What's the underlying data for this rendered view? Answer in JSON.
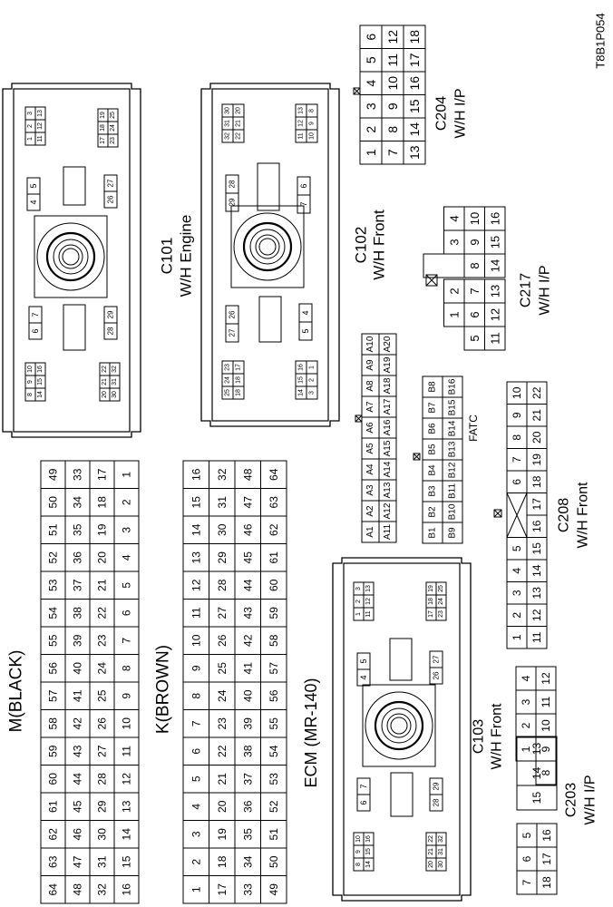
{
  "doc_id": "T8B1P054",
  "labels": {
    "m_black": "M(BLACK)",
    "k_brown": "K(BROWN)",
    "ecm": "ECM (MR-140)",
    "c101": [
      "C101",
      "W/H Engine"
    ],
    "c102": [
      "C102",
      "W/H Front"
    ],
    "c103": [
      "C103",
      "W/H Front"
    ],
    "c203": [
      "C203",
      "W/H I/P"
    ],
    "c204": [
      "C204",
      "W/H I/P"
    ],
    "c208": [
      "C208",
      "W/H Front"
    ],
    "c217": [
      "C217",
      "W/H I/P"
    ],
    "fatc": "FATC"
  },
  "c204_rows": [
    [
      "1",
      "2",
      "3",
      "4",
      "5",
      "6"
    ],
    [
      "7",
      "8",
      "9",
      "10",
      "11",
      "12"
    ],
    [
      "13",
      "14",
      "15",
      "16",
      "17",
      "18"
    ]
  ],
  "c217_rows": [
    [
      "1",
      "2",
      "",
      "3",
      "4"
    ],
    [
      "5",
      "6",
      "7",
      "8",
      "9",
      "10"
    ],
    [
      "11",
      "12",
      "13",
      "14",
      "15",
      "16"
    ]
  ],
  "fatc": {
    "a_rows": [
      [
        "A1",
        "A2",
        "A3",
        "A4",
        "A5",
        "A6",
        "A7",
        "A8",
        "A9",
        "A10"
      ],
      [
        "A11",
        "A12",
        "A13",
        "A14",
        "A15",
        "A16",
        "A17",
        "A18",
        "A19",
        "A20"
      ]
    ],
    "b_rows": [
      [
        "B1",
        "B2",
        "B3",
        "B4",
        "B5",
        "B6",
        "B7",
        "B8"
      ],
      [
        "B9",
        "B10",
        "B11",
        "B12",
        "B13",
        "B14",
        "B15",
        "B16"
      ]
    ]
  },
  "c208_rows": [
    [
      "1",
      "2",
      "3",
      "4",
      "5",
      "",
      "6",
      "7",
      "8",
      "9",
      "10"
    ],
    [
      "11",
      "12",
      "13",
      "14",
      "15",
      "16",
      "17",
      "18",
      "19",
      "20",
      "21",
      "22"
    ]
  ],
  "c103_rows": [
    [
      "4",
      "3",
      "2",
      "1"
    ],
    [
      "12",
      "11",
      "10",
      "9",
      "8"
    ]
  ],
  "c203_rows": [
    [
      "7",
      "6",
      "5",
      "15",
      "14",
      "13"
    ],
    [
      "18",
      "17",
      "16"
    ]
  ],
  "m_columns": [
    [
      "64",
      "48",
      "32",
      "16"
    ],
    [
      "63",
      "47",
      "31",
      "15"
    ],
    [
      "62",
      "46",
      "30",
      "14"
    ],
    [
      "61",
      "45",
      "29",
      "13"
    ],
    [
      "60",
      "44",
      "28",
      "12"
    ],
    [
      "59",
      "43",
      "27",
      "11"
    ],
    [
      "58",
      "42",
      "26",
      "10"
    ],
    [
      "57",
      "41",
      "25",
      "9"
    ],
    [
      "56",
      "40",
      "24",
      "8"
    ],
    [
      "55",
      "39",
      "23",
      "7"
    ],
    [
      "54",
      "38",
      "22",
      "6"
    ],
    [
      "53",
      "37",
      "21",
      "5"
    ],
    [
      "52",
      "36",
      "20",
      "4"
    ],
    [
      "51",
      "35",
      "19",
      "3"
    ],
    [
      "50",
      "34",
      "18",
      "2"
    ],
    [
      "49",
      "33",
      "17",
      "1"
    ]
  ],
  "k_columns": [
    [
      "1",
      "17",
      "33",
      "49"
    ],
    [
      "2",
      "18",
      "34",
      "50"
    ],
    [
      "3",
      "19",
      "35",
      "51"
    ],
    [
      "4",
      "20",
      "36",
      "52"
    ],
    [
      "5",
      "21",
      "37",
      "53"
    ],
    [
      "6",
      "22",
      "38",
      "54"
    ],
    [
      "7",
      "23",
      "39",
      "55"
    ],
    [
      "8",
      "24",
      "40",
      "56"
    ],
    [
      "9",
      "25",
      "41",
      "57"
    ],
    [
      "10",
      "26",
      "42",
      "58"
    ],
    [
      "11",
      "27",
      "43",
      "59"
    ],
    [
      "12",
      "28",
      "44",
      "60"
    ],
    [
      "13",
      "29",
      "45",
      "61"
    ],
    [
      "14",
      "30",
      "46",
      "62"
    ],
    [
      "15",
      "31",
      "47",
      "63"
    ],
    [
      "16",
      "32",
      "48",
      "64"
    ]
  ],
  "ecu_blocks": {
    "tl": [
      [
        "3",
        "2",
        "1"
      ],
      [
        "13",
        "12",
        "11"
      ]
    ],
    "tr": [
      [
        "19",
        "18",
        "17"
      ],
      [
        "25",
        "24",
        "23"
      ]
    ],
    "b54": [
      "5",
      "4"
    ],
    "b2726": [
      "27",
      "26"
    ],
    "b76": [
      "7",
      "6"
    ],
    "b2928": [
      "29",
      "28"
    ],
    "bl": [
      [
        "10",
        "9",
        "8"
      ],
      [
        "16",
        "15",
        "14"
      ]
    ],
    "br": [
      [
        "22",
        "21",
        "20"
      ],
      [
        "32",
        "31",
        "30"
      ]
    ]
  },
  "c102_blocks": {
    "t1": [
      [
        "30",
        "31",
        "32"
      ],
      [
        "20",
        "21",
        "22"
      ]
    ],
    "t2": [
      [
        "13",
        "12",
        "11"
      ],
      [
        "8",
        "9",
        "10"
      ]
    ],
    "b2829": [
      "28",
      "29"
    ],
    "b67": [
      "6",
      "7"
    ],
    "b2627": [
      "26",
      "27"
    ],
    "b45": [
      "4",
      "5"
    ],
    "bl": [
      [
        "23",
        "24",
        "25"
      ],
      [
        "17",
        "18",
        "18"
      ]
    ],
    "br": [
      [
        "16",
        "15",
        "14"
      ],
      [
        "1",
        "2",
        "3"
      ]
    ]
  }
}
